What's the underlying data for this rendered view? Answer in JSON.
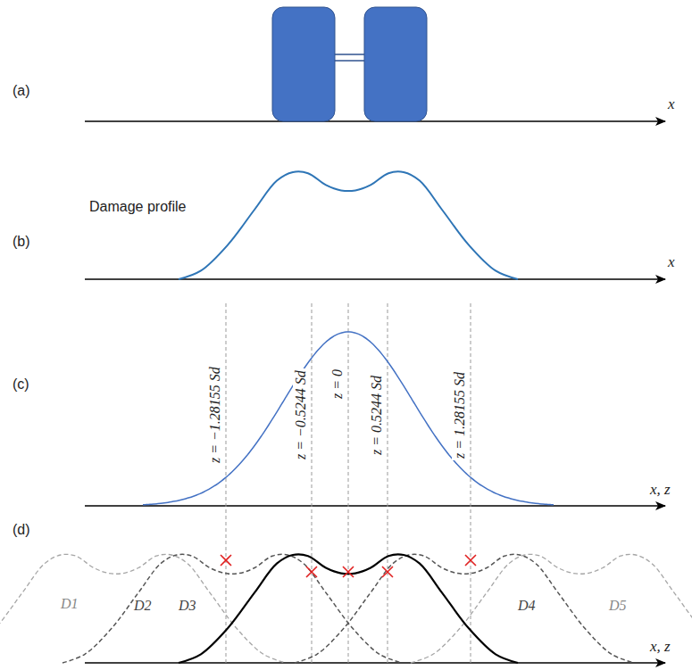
{
  "diagram": {
    "labels": [
      "(a)",
      "x",
      "(b)",
      "Damage profile",
      "x",
      "(c)",
      "z = −1.28155 Sd",
      "z = −0.5244 Sd",
      "z = 0",
      "z = 0.5244 Sd",
      "z = 1.28155 Sd",
      "x, z",
      "(d)",
      "D1",
      "D2",
      "D3",
      "D4",
      "D5",
      "x, z"
    ]
  }
}
